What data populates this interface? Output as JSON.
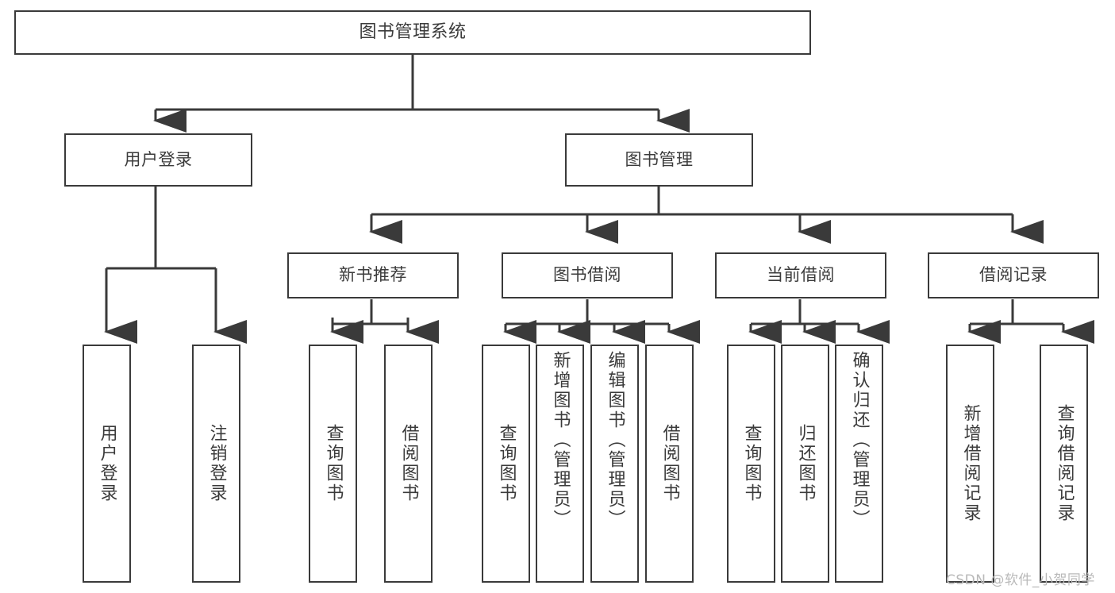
{
  "diagram": {
    "title": "图书管理系统",
    "watermark": "CSDN @软件_小贺同学",
    "line_color": "#3a3a3a",
    "text_color": "#3b3b3b",
    "background": "#ffffff",
    "nodes": {
      "root": "图书管理系统",
      "level2": {
        "user_login": "用户登录",
        "book_manage": "图书管理"
      },
      "level3": {
        "new_book_recommend": "新书推荐",
        "book_borrow": "图书借阅",
        "current_borrow": "当前借阅",
        "borrow_record": "借阅记录"
      },
      "leaves": {
        "user_login_1": "用户登录",
        "user_login_2": "注销登录",
        "recommend_1": "查询图书",
        "recommend_2": "借阅图书",
        "borrow_1": "查询图书",
        "borrow_2": "新增图书（管理员）",
        "borrow_3": "编辑图书（管理员）",
        "borrow_4": "借阅图书",
        "current_1": "查询图书",
        "current_2": "归还图书",
        "current_3": "确认归还（管理员）",
        "record_1": "新增借阅记录",
        "record_2": "查询借阅记录"
      }
    }
  }
}
